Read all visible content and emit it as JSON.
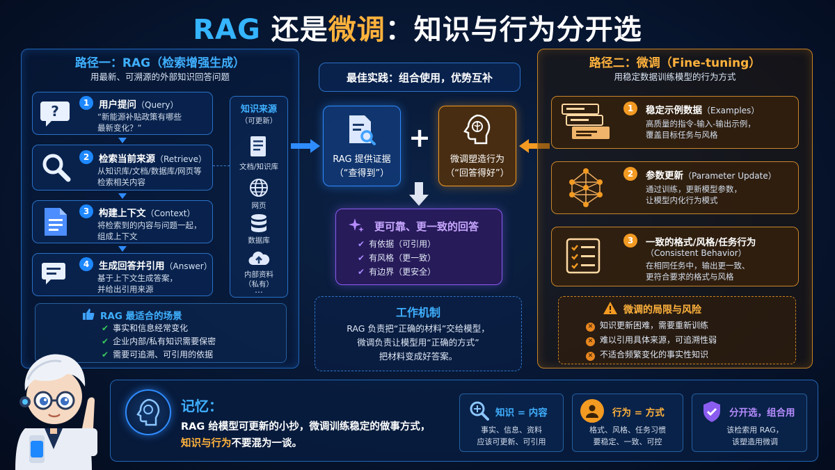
{
  "title": {
    "part1": "RAG",
    "part2": " 还是",
    "part3": "微调",
    "part4": "：知识与行为分开选"
  },
  "left": {
    "title": "路径一：RAG（检索增强生成）",
    "subtitle": "用最新、可溯源的外部知识回答问题",
    "steps": [
      {
        "num": "1",
        "title": "用户提问",
        "en": "（Query）",
        "desc1": "“新能源补贴政策有哪些",
        "desc2": "最新变化？”"
      },
      {
        "num": "2",
        "title": "检索当前来源",
        "en": "（Retrieve）",
        "desc1": "从知识库/文档/数据库/网页等",
        "desc2": "检索相关内容"
      },
      {
        "num": "3",
        "title": "构建上下文",
        "en": "（Context）",
        "desc1": "将检索到的内容与问题一起，",
        "desc2": "组成上下文"
      },
      {
        "num": "4",
        "title": "生成回答并引用",
        "en": "（Answer）",
        "desc1": "基于上下文生成答案，",
        "desc2": "并给出引用来源"
      }
    ],
    "sources": {
      "title": "知识来源",
      "sub": "（可更新）",
      "items": [
        "文档/知识库",
        "网页",
        "数据库",
        "内部资料",
        "（私有）"
      ],
      "more": "⋯"
    },
    "best": {
      "title": "RAG 最适合的场景",
      "items": [
        "事实和信息经常变化",
        "企业内部/私有知识需要保密",
        "需要可追溯、可引用的依据"
      ]
    }
  },
  "center": {
    "best_practice": "最佳实践：组合使用，优势互补",
    "rag_card": {
      "line1": "RAG 提供证据",
      "line2": "（“查得到”）"
    },
    "plus": "+",
    "ft_card": {
      "line1": "微调塑造行为",
      "line2": "（“回答得好”）"
    },
    "result": {
      "title": "更可靠、更一致的回答",
      "items": [
        "有依据（可引用）",
        "有风格（更一致）",
        "有边界（更安全）"
      ]
    },
    "mechanism": {
      "title": "工作机制",
      "line1": "RAG 负责把“正确的材料”交给模型，",
      "line2": "微调负责让模型用“正确的方式”",
      "line3": "把材料变成好答案。"
    }
  },
  "right": {
    "title": "路径二：微调（Fine-tuning）",
    "subtitle": "用稳定数据训练模型的行为方式",
    "steps": [
      {
        "num": "1",
        "title": "稳定示例数据",
        "en": "（Examples）",
        "desc1": "高质量的指令-输入-输出示例，",
        "desc2": "覆盖目标任务与风格"
      },
      {
        "num": "2",
        "title": "参数更新",
        "en": "（Parameter Update）",
        "desc1": "通过训练，更新模型参数，",
        "desc2": "让模型内化行为模式"
      },
      {
        "num": "3",
        "title": "一致的格式/风格/任务行为",
        "en": "（Consistent Behavior）",
        "desc1": "在相同任务中，输出更一致、",
        "desc2": "更符合要求的格式与风格"
      }
    ],
    "risk": {
      "title": "微调的局限与风险",
      "items": [
        "知识更新困难，需要重新训练",
        "难以引用具体来源，可追溯性弱",
        "不适合频繁变化的事实性知识"
      ]
    }
  },
  "memo": {
    "label": "记忆：",
    "line1": "RAG 给模型可更新的小抄，微调训练稳定的做事方式，",
    "line2_hl": "知识与行为",
    "line2_rest": "不要混为一谈。",
    "cards": [
      {
        "title": "知识 = 内容",
        "l1": "事实、信息、资料",
        "l2": "应该可更新、可引用"
      },
      {
        "title": "行为 = 方式",
        "l1": "格式、风格、任务习惯",
        "l2": "要稳定、一致、可控"
      },
      {
        "title": "分开选，组合用",
        "l1": "该检索用 RAG，",
        "l2": "该塑造用微调"
      }
    ]
  },
  "colors": {
    "blue": "#1e88ff",
    "orange": "#f29a22",
    "purple": "#8a5cf0",
    "green": "#38c95c"
  }
}
